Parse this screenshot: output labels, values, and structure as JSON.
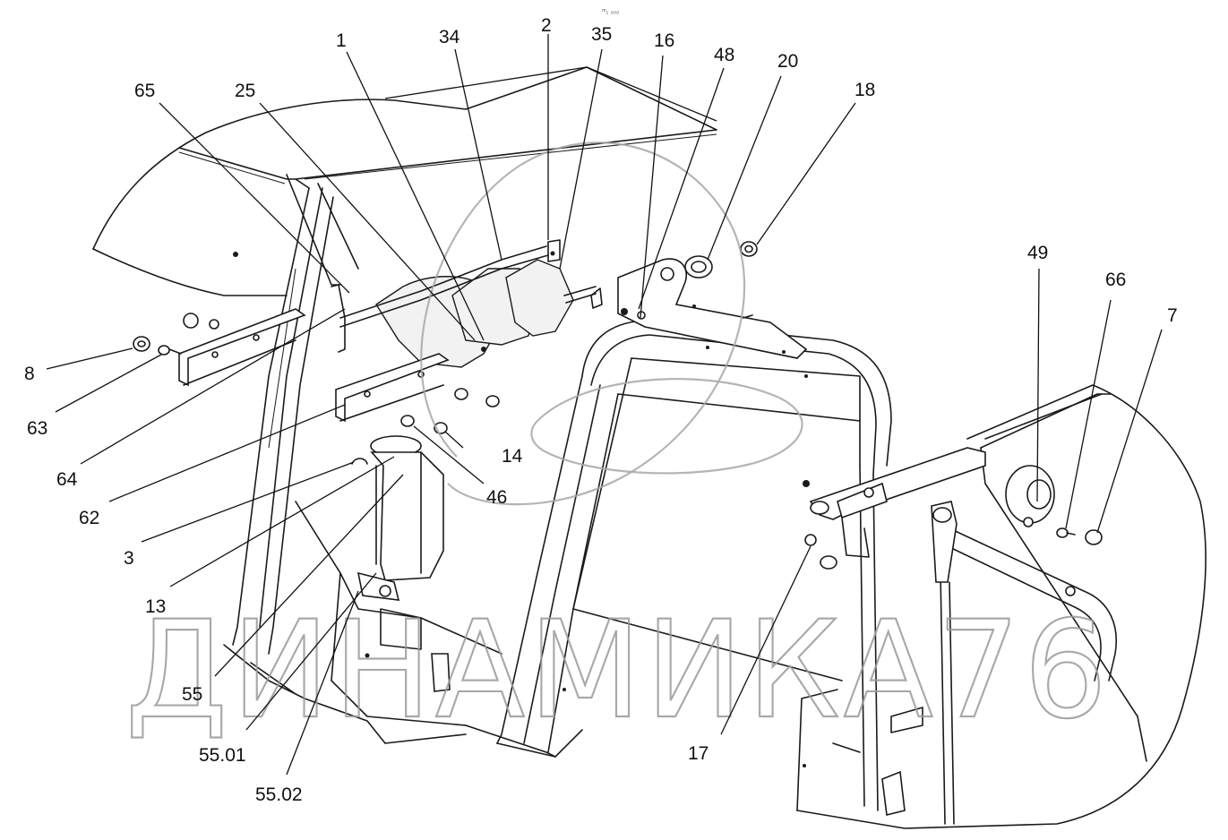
{
  "diagram": {
    "corner_mark": "ᵐ₁ ₀₀₀",
    "watermark": "ДИНАМИКА76",
    "callouts": [
      {
        "id": "c-1",
        "text": "1"
      },
      {
        "id": "c-34",
        "text": "34"
      },
      {
        "id": "c-2",
        "text": "2"
      },
      {
        "id": "c-35",
        "text": "35"
      },
      {
        "id": "c-16",
        "text": "16"
      },
      {
        "id": "c-48",
        "text": "48"
      },
      {
        "id": "c-20",
        "text": "20"
      },
      {
        "id": "c-18",
        "text": "18"
      },
      {
        "id": "c-65",
        "text": "65"
      },
      {
        "id": "c-25",
        "text": "25"
      },
      {
        "id": "c-8",
        "text": "8"
      },
      {
        "id": "c-63",
        "text": "63"
      },
      {
        "id": "c-64",
        "text": "64"
      },
      {
        "id": "c-62",
        "text": "62"
      },
      {
        "id": "c-3",
        "text": "3"
      },
      {
        "id": "c-13",
        "text": "13"
      },
      {
        "id": "c-14",
        "text": "14"
      },
      {
        "id": "c-46",
        "text": "46"
      },
      {
        "id": "c-55",
        "text": "55"
      },
      {
        "id": "c-55-01",
        "text": "55.01"
      },
      {
        "id": "c-55-02",
        "text": "55.02"
      },
      {
        "id": "c-17",
        "text": "17"
      },
      {
        "id": "c-49",
        "text": "49"
      },
      {
        "id": "c-66",
        "text": "66"
      },
      {
        "id": "c-7",
        "text": "7"
      }
    ]
  }
}
